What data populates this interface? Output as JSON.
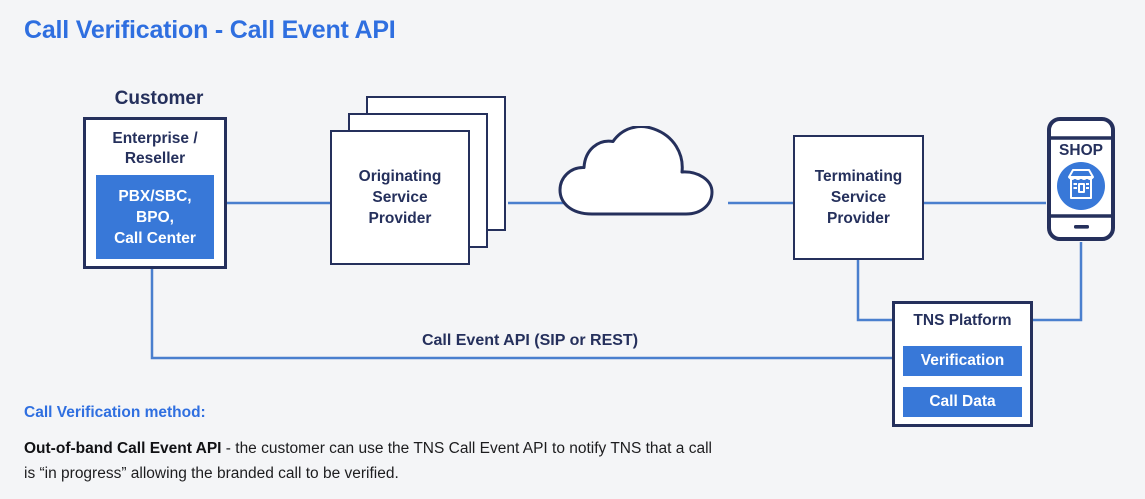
{
  "page": {
    "title": "Call Verification - Call Event API",
    "background_color": "#f4f5f7",
    "accent_blue": "#3878d8",
    "title_blue": "#2f6fe0",
    "navy": "#25305c"
  },
  "diagram": {
    "customer": {
      "group_label": "Customer",
      "enterprise_label": "Enterprise /\nReseller",
      "enterprise_line1": "Enterprise /",
      "enterprise_line2": "Reseller",
      "pbx_label": "PBX/SBC,\nBPO,\nCall Center",
      "pbx_line1": "PBX/SBC,",
      "pbx_line2": "BPO,",
      "pbx_line3": "Call Center"
    },
    "originating_service_provider": {
      "label": "Originating Service Provider",
      "line1": "Originating",
      "line2": "Service",
      "line3": "Provider",
      "stack_count": 3
    },
    "network_cloud": {
      "label": "network-cloud",
      "icon": "cloud-icon"
    },
    "terminating_service_provider": {
      "label": "Terminating Service Provider",
      "line1": "Terminating",
      "line2": "Service",
      "line3": "Provider"
    },
    "consumer_device": {
      "icon": "smartphone-shop-icon",
      "screen_label": "SHOP",
      "inner_icon": "storefront-icon"
    },
    "tns_platform": {
      "title": "TNS Platform",
      "modules": [
        {
          "label": "Verification"
        },
        {
          "label": "Call Data"
        }
      ]
    },
    "connections": {
      "api_line_label": "Call Event API (SIP or REST)"
    }
  },
  "footer": {
    "heading": "Call Verification method:",
    "body_bold": "Out-of-band Call Event API",
    "body_rest": " - the customer can use the TNS Call Event API to notify TNS that a call is “in progress” allowing the branded call to be verified."
  }
}
